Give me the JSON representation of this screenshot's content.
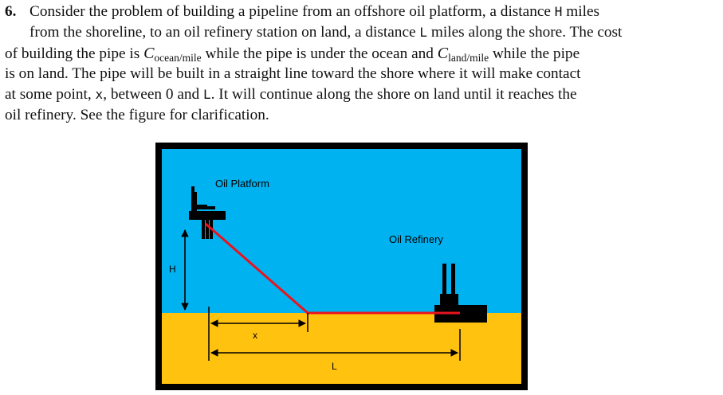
{
  "problem": {
    "number": "6.",
    "lines": [
      [
        {
          "t": "Consider the problem of building a pipeline from an offshore oil platform, a distance "
        },
        {
          "t": "H",
          "m": 1
        },
        {
          "t": " miles"
        }
      ],
      [
        {
          "t": "from the shoreline, to an oil refinery station on land, a distance "
        },
        {
          "t": "L",
          "m": 1
        },
        {
          "t": " miles along the shore. The cost"
        }
      ],
      [
        {
          "t": "of building the pipe is "
        },
        {
          "t": "C",
          "i": 1
        },
        {
          "t": "ocean/mile",
          "s": 1
        },
        {
          "t": " while the pipe is under the ocean and "
        },
        {
          "t": "C",
          "i": 1
        },
        {
          "t": "land/mile",
          "s": 1
        },
        {
          "t": " while the pipe"
        }
      ],
      [
        {
          "t": "is on land. The pipe will be built in a straight line toward the shore where it will make contact"
        }
      ],
      [
        {
          "t": "at some point, "
        },
        {
          "t": "x",
          "m": 1
        },
        {
          "t": ", between 0 and "
        },
        {
          "t": "L",
          "m": 1
        },
        {
          "t": ". It will continue along the shore on land until it reaches the"
        }
      ],
      [
        {
          "t": "oil refinery. See the figure for clarification."
        }
      ]
    ]
  },
  "figure": {
    "label_platform": "Oil Platform",
    "label_refinery": "Oil Refinery",
    "label_h": "H",
    "label_x": "x",
    "label_l": "L",
    "colors": {
      "ocean": "#00b2f0",
      "land": "#ffc20f",
      "pipe": "#e8141e",
      "frame": "#000000"
    }
  }
}
